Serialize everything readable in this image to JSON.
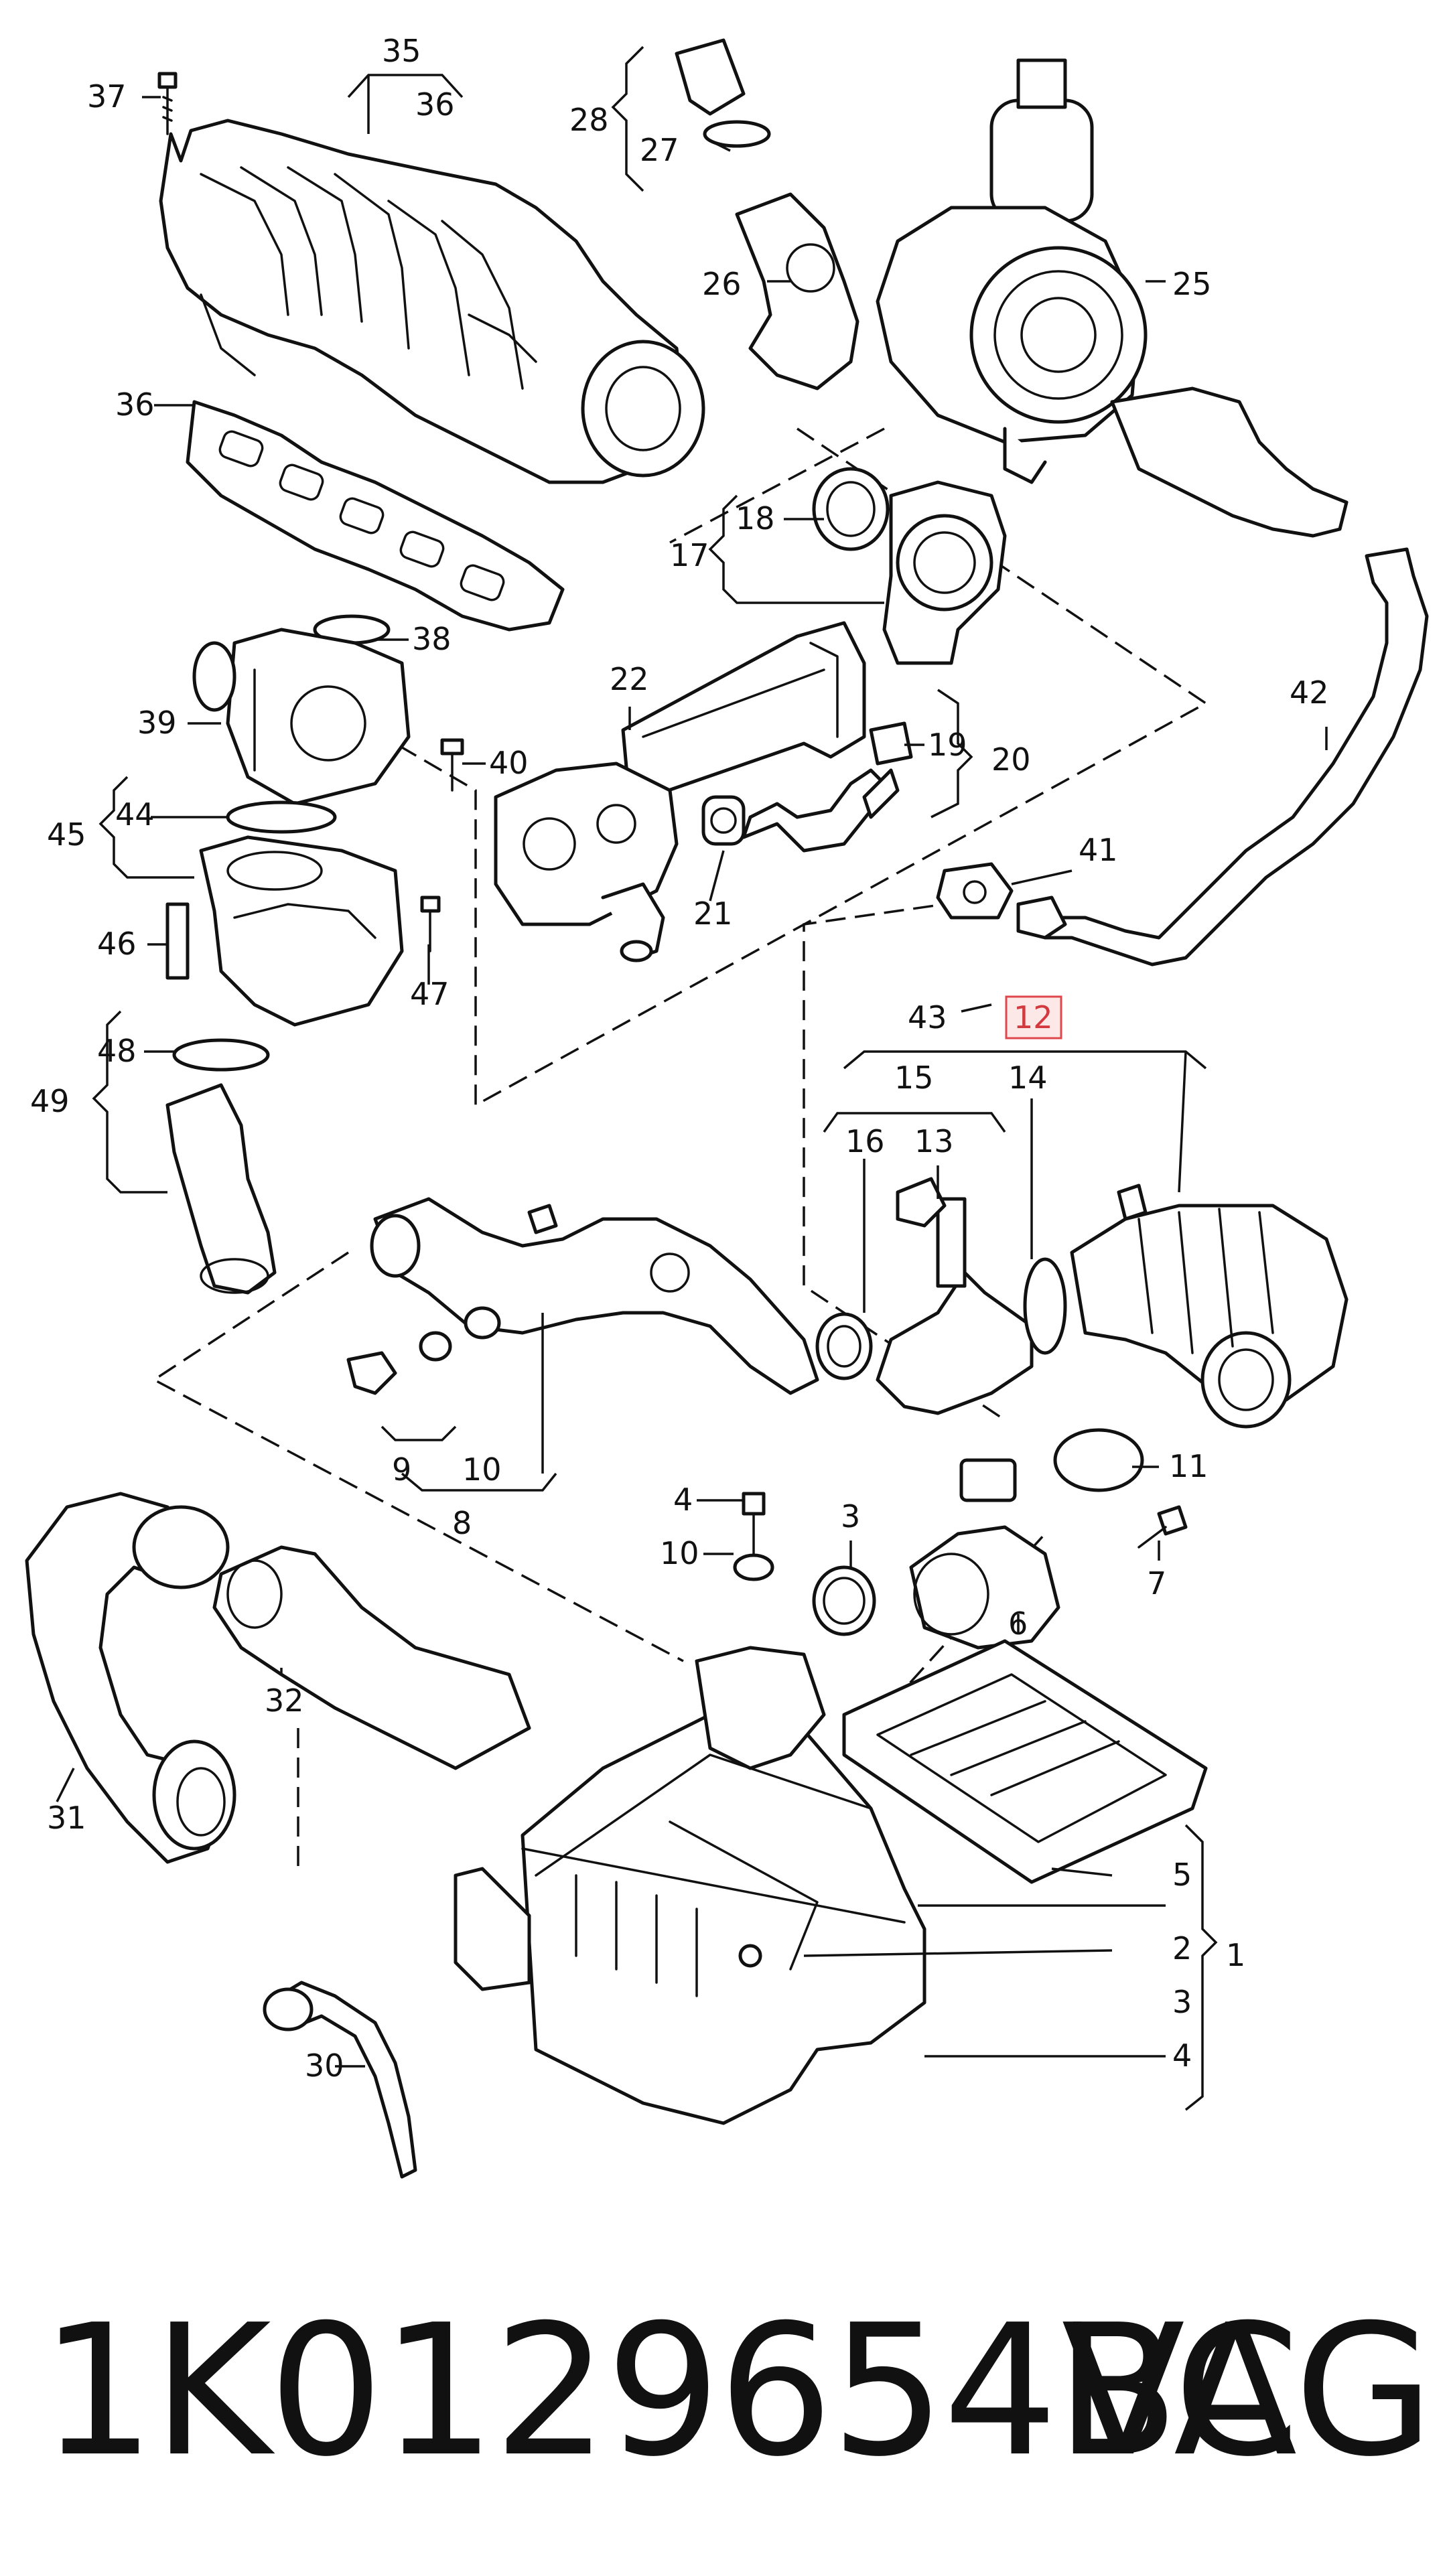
{
  "diagram": {
    "highlight_color": "#e0474c",
    "highlighted_callout": "12",
    "callouts": {
      "c1": "1",
      "c2": "2",
      "c3": "3",
      "c3b": "3",
      "c4": "4",
      "c4b": "4",
      "c5": "5",
      "c6": "6",
      "c7": "7",
      "c8": "8",
      "c9": "9",
      "c10": "10",
      "c10b": "10",
      "c11": "11",
      "c12": "12",
      "c13": "13",
      "c14": "14",
      "c15": "15",
      "c16": "16",
      "c17": "17",
      "c18": "18",
      "c19": "19",
      "c20": "20",
      "c21": "21",
      "c22": "22",
      "c25": "25",
      "c26": "26",
      "c27": "27",
      "c28": "28",
      "c30": "30",
      "c31": "31",
      "c32": "32",
      "c35": "35",
      "c36": "36",
      "c36b": "36",
      "c37": "37",
      "c38": "38",
      "c39": "39",
      "c40": "40",
      "c41": "41",
      "c42": "42",
      "c43": "43",
      "c44": "44",
      "c45": "45",
      "c46": "46",
      "c47": "47",
      "c48": "48",
      "c49": "49"
    }
  },
  "footer": {
    "part_number": "1K0129654BC",
    "brand": "VAG"
  }
}
